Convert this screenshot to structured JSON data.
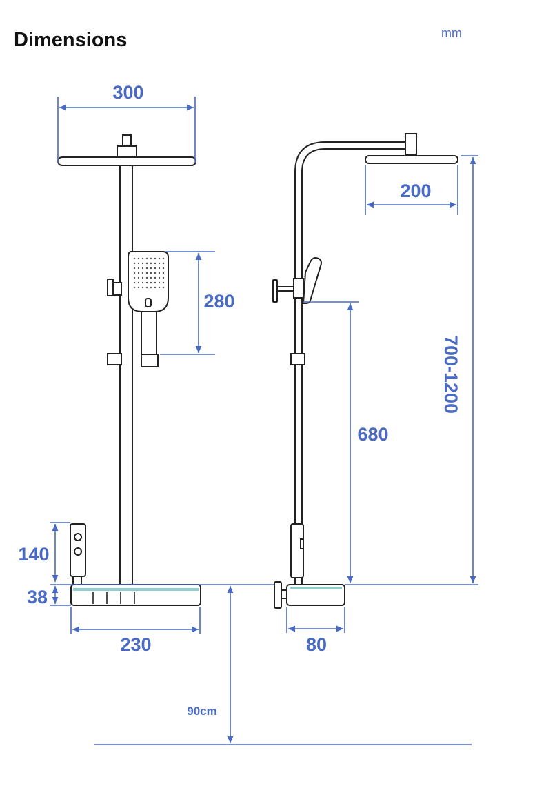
{
  "header": {
    "title": "Dimensions",
    "unit": "mm"
  },
  "colors": {
    "dimension": "#4a6bc4",
    "outline": "#222222",
    "glass": "#8fd0cf"
  },
  "dimensions": {
    "head_width_front": "300",
    "handheld_height": "280",
    "mixer_height": "140",
    "shelf_thickness": "38",
    "shelf_width": "230",
    "head_depth_side": "200",
    "rail_span": "680",
    "adjustable_height": "700-1200",
    "side_depth": "80",
    "floor_height": "90cm"
  }
}
